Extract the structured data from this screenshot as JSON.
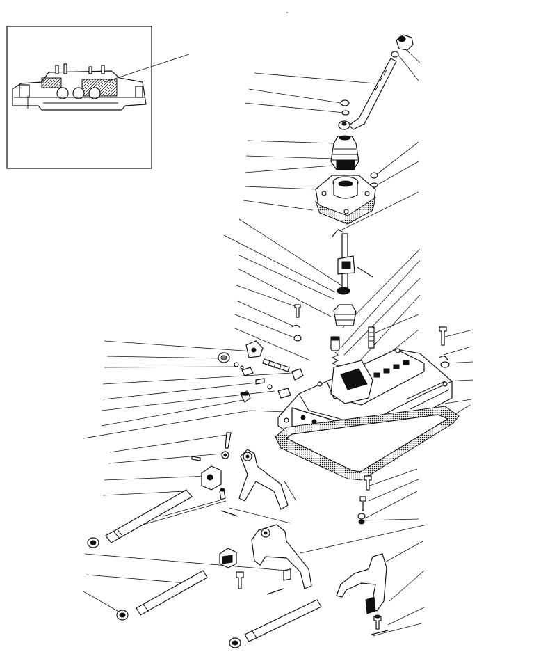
{
  "figure": {
    "type": "exploded-parts-diagram",
    "printed_text": [],
    "inset": {
      "present": true,
      "content": "transmission-top-cover-section-view"
    },
    "leader_lines": {
      "left_side": 27,
      "right_side": 24
    }
  },
  "colors": {
    "line": "#111111",
    "background": "#ffffff",
    "shade": "#8a8a8a"
  }
}
